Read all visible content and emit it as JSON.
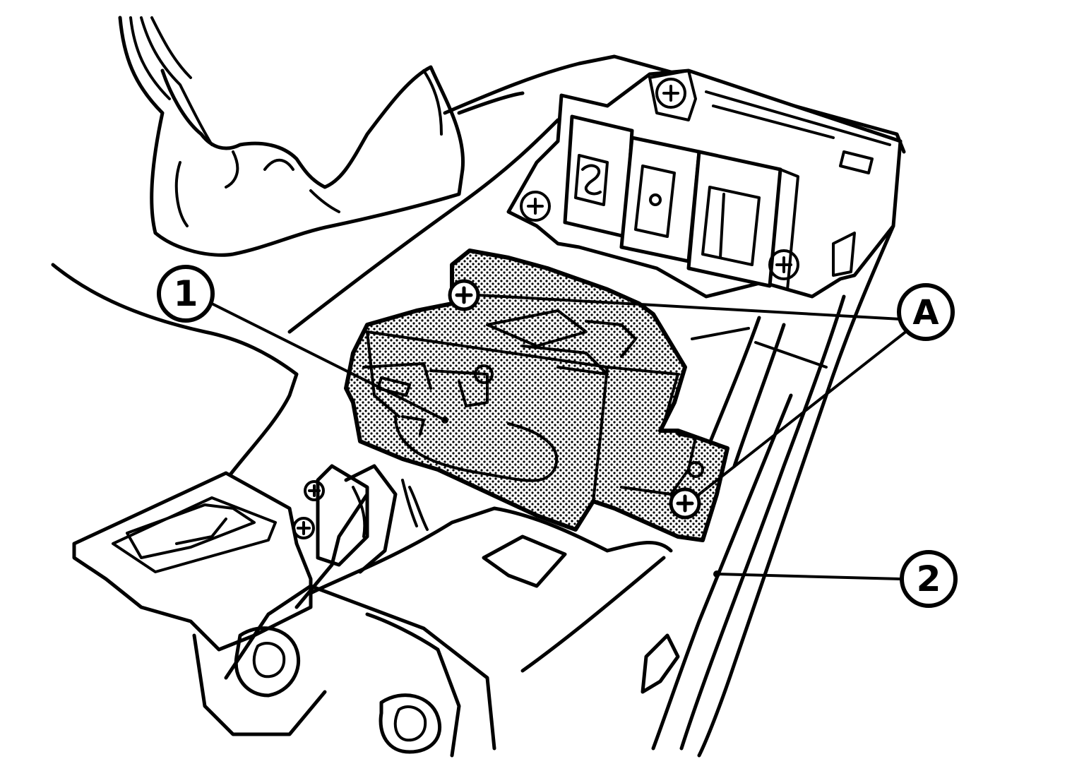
{
  "callouts": {
    "part_1": "1",
    "part_2": "2",
    "fastener_a": "A"
  },
  "colors": {
    "ink": "#000000",
    "paper": "#ffffff"
  }
}
